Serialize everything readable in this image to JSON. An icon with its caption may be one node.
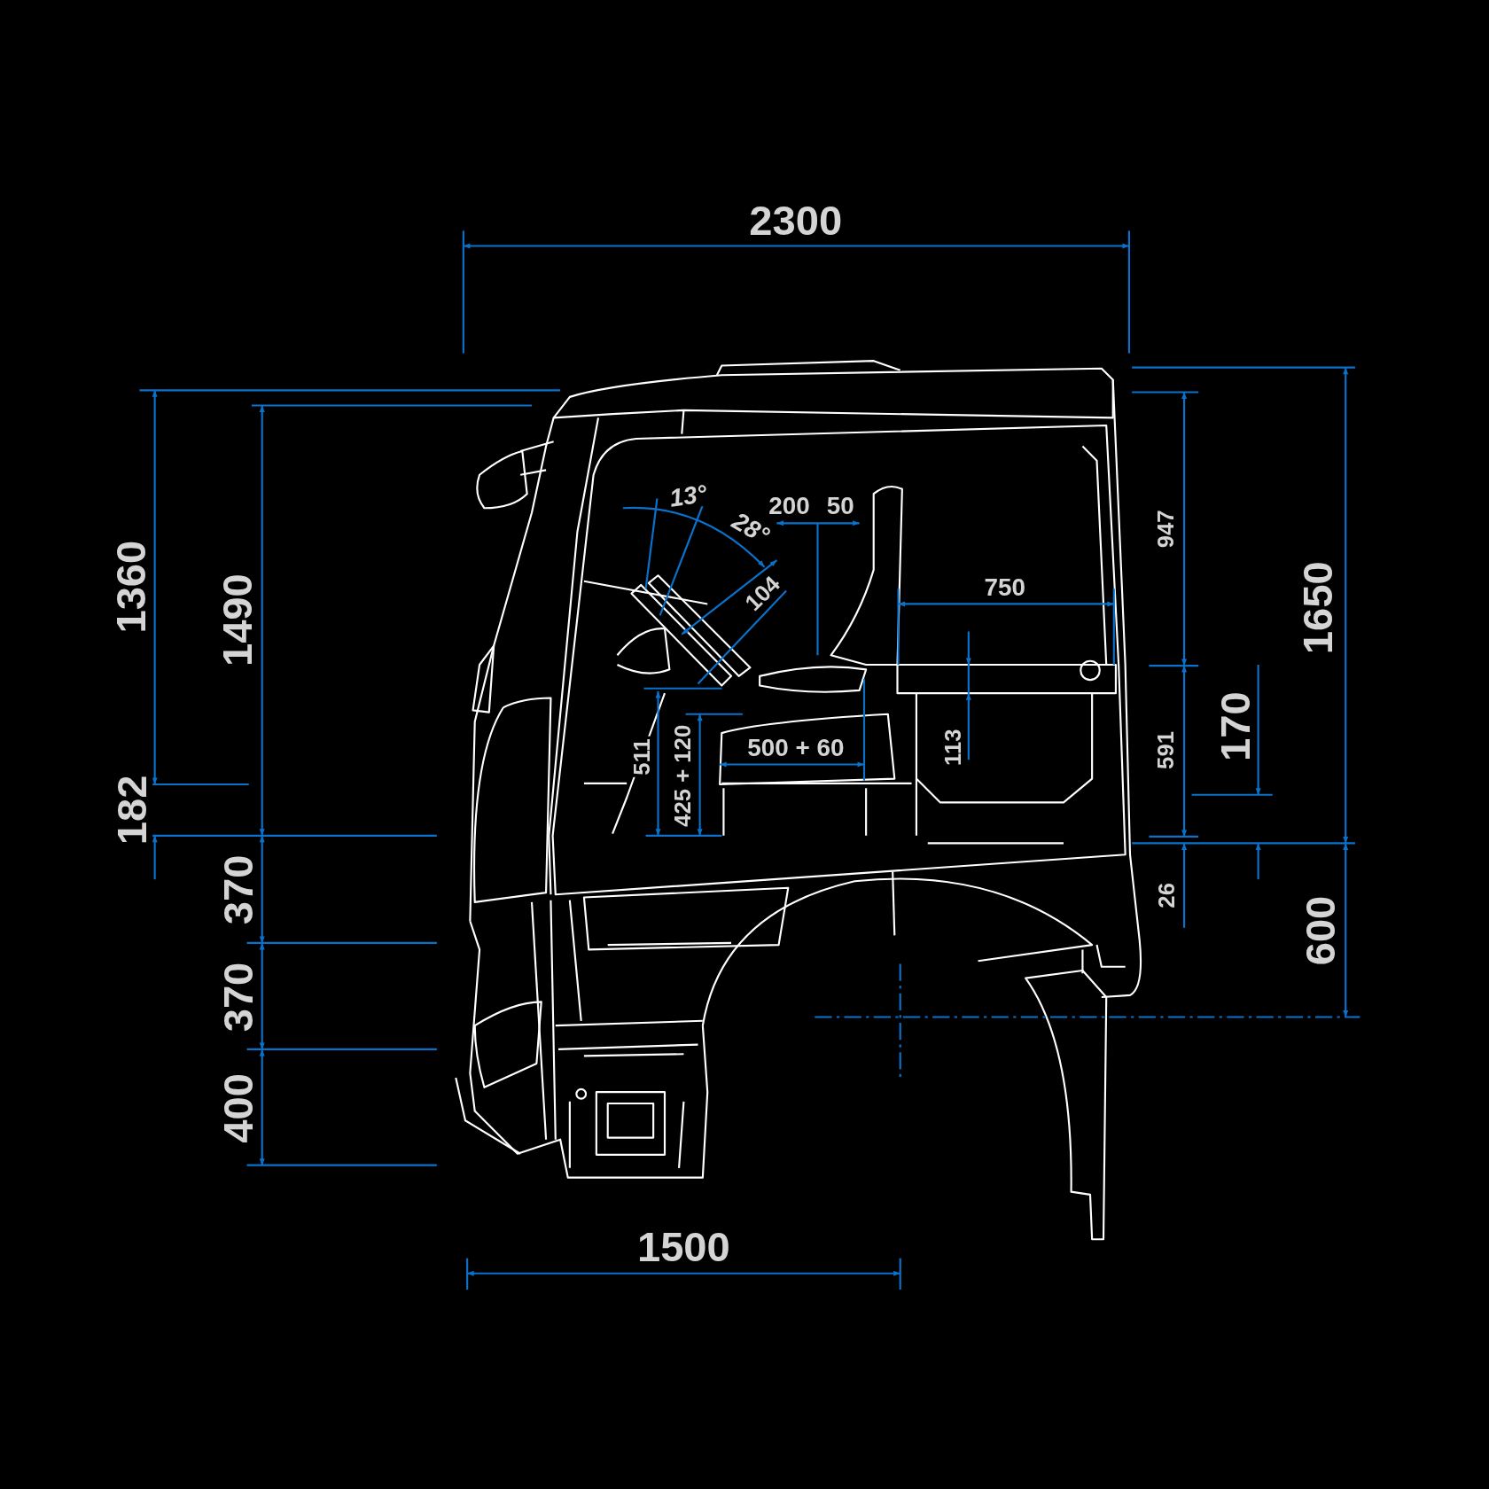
{
  "diagram": {
    "labels": [
      "2300",
      "13°",
      "200",
      "50",
      "28°",
      "104",
      "750",
      "947",
      "1360",
      "1490",
      "1650",
      "511",
      "425 + 120",
      "500 + 60",
      "113",
      "591",
      "170",
      "182",
      "370",
      "26",
      "600",
      "370",
      "400",
      "1500"
    ]
  }
}
